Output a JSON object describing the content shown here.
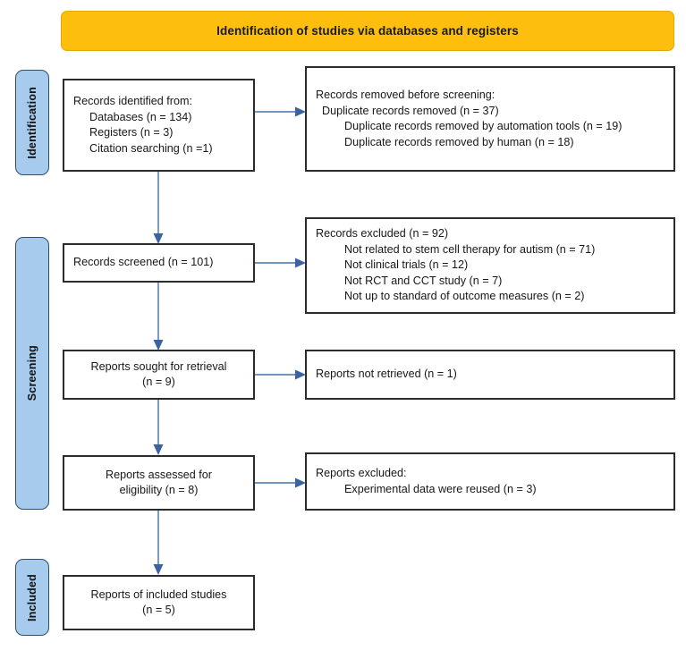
{
  "banner": {
    "title": "Identification of studies via databases and registers"
  },
  "phases": [
    {
      "id": "identification",
      "label": "Identification"
    },
    {
      "id": "screening",
      "label": "Screening"
    },
    {
      "id": "included",
      "label": "Included"
    }
  ],
  "boxes": {
    "identified": {
      "name": "records-identified-from",
      "lines": [
        "Records identified from:",
        "Databases (n = 134)",
        "Registers (n = 3)",
        "Citation searching (n =1)"
      ]
    },
    "removed": {
      "name": "records-removed-before-screening",
      "lines": [
        "Records removed before screening:",
        "Duplicate records removed (n = 37)",
        "Duplicate records removed by automation tools (n = 19)",
        "Duplicate records removed by human (n = 18)"
      ]
    },
    "screened": {
      "name": "records-screened",
      "lines": [
        "Records screened (n = 101)"
      ]
    },
    "excluded_records": {
      "name": "records-excluded",
      "lines": [
        "Records excluded (n = 92)",
        "Not related to stem cell therapy for autism (n = 71)",
        "Not clinical trials (n = 12)",
        "Not RCT and CCT study (n = 7)",
        "Not up to standard of outcome measures (n = 2)"
      ]
    },
    "sought": {
      "name": "reports-sought-for-retrieval",
      "lines": [
        "Reports sought for retrieval",
        "(n = 9)"
      ]
    },
    "not_retrieved": {
      "name": "reports-not-retrieved",
      "lines": [
        "Reports not retrieved (n = 1)"
      ]
    },
    "assessed": {
      "name": "reports-assessed-for-eligibility",
      "lines": [
        "Reports assessed for",
        "eligibility (n = 8)"
      ]
    },
    "excluded_reports": {
      "name": "reports-excluded",
      "lines": [
        "Reports excluded:",
        "Experimental data were reused (n = 3)"
      ]
    },
    "included": {
      "name": "reports-of-included-studies",
      "lines": [
        "Reports of included studies",
        "(n = 5)"
      ]
    }
  },
  "chart_data": {
    "type": "diagram",
    "title": "PRISMA 2020 flow diagram",
    "subtitle": "Identification of studies via databases and registers",
    "nodes": [
      {
        "id": "identified",
        "phase": "Identification",
        "column": "left",
        "label": "Records identified from",
        "counts": {
          "Databases": 134,
          "Registers": 3,
          "Citation searching": 1
        }
      },
      {
        "id": "removed",
        "phase": "Identification",
        "column": "right",
        "label": "Records removed before screening",
        "counts": {
          "Duplicate records removed": 37,
          "Duplicate records removed by automation tools": 19,
          "Duplicate records removed by human": 18
        }
      },
      {
        "id": "screened",
        "phase": "Screening",
        "column": "left",
        "label": "Records screened",
        "counts": {
          "total": 101
        }
      },
      {
        "id": "excluded_records",
        "phase": "Screening",
        "column": "right",
        "label": "Records excluded",
        "counts": {
          "total": 92,
          "Not related to stem cell therapy for autism": 71,
          "Not clinical trials": 12,
          "Not RCT and CCT study": 7,
          "Not up to standard of outcome measures": 2
        }
      },
      {
        "id": "sought",
        "phase": "Screening",
        "column": "left",
        "label": "Reports sought for retrieval",
        "counts": {
          "total": 9
        }
      },
      {
        "id": "not_retrieved",
        "phase": "Screening",
        "column": "right",
        "label": "Reports not retrieved",
        "counts": {
          "total": 1
        }
      },
      {
        "id": "assessed",
        "phase": "Screening",
        "column": "left",
        "label": "Reports assessed for eligibility",
        "counts": {
          "total": 8
        }
      },
      {
        "id": "excluded_reports",
        "phase": "Screening",
        "column": "right",
        "label": "Reports excluded",
        "counts": {
          "Experimental data were reused": 3
        }
      },
      {
        "id": "included",
        "phase": "Included",
        "column": "left",
        "label": "Reports of included studies",
        "counts": {
          "total": 5
        }
      }
    ],
    "edges": [
      {
        "from": "identified",
        "to": "removed",
        "direction": "right"
      },
      {
        "from": "identified",
        "to": "screened",
        "direction": "down"
      },
      {
        "from": "screened",
        "to": "excluded_records",
        "direction": "right"
      },
      {
        "from": "screened",
        "to": "sought",
        "direction": "down"
      },
      {
        "from": "sought",
        "to": "not_retrieved",
        "direction": "right"
      },
      {
        "from": "sought",
        "to": "assessed",
        "direction": "down"
      },
      {
        "from": "assessed",
        "to": "excluded_reports",
        "direction": "right"
      },
      {
        "from": "assessed",
        "to": "included",
        "direction": "down"
      }
    ],
    "colors": {
      "banner": "#FDBE0D",
      "phase_bar": "#A7CBEC",
      "phase_bar_border": "#2F4F72",
      "box_border": "#2b2b2b",
      "arrow": "#4472A8",
      "background": "#ffffff"
    }
  }
}
